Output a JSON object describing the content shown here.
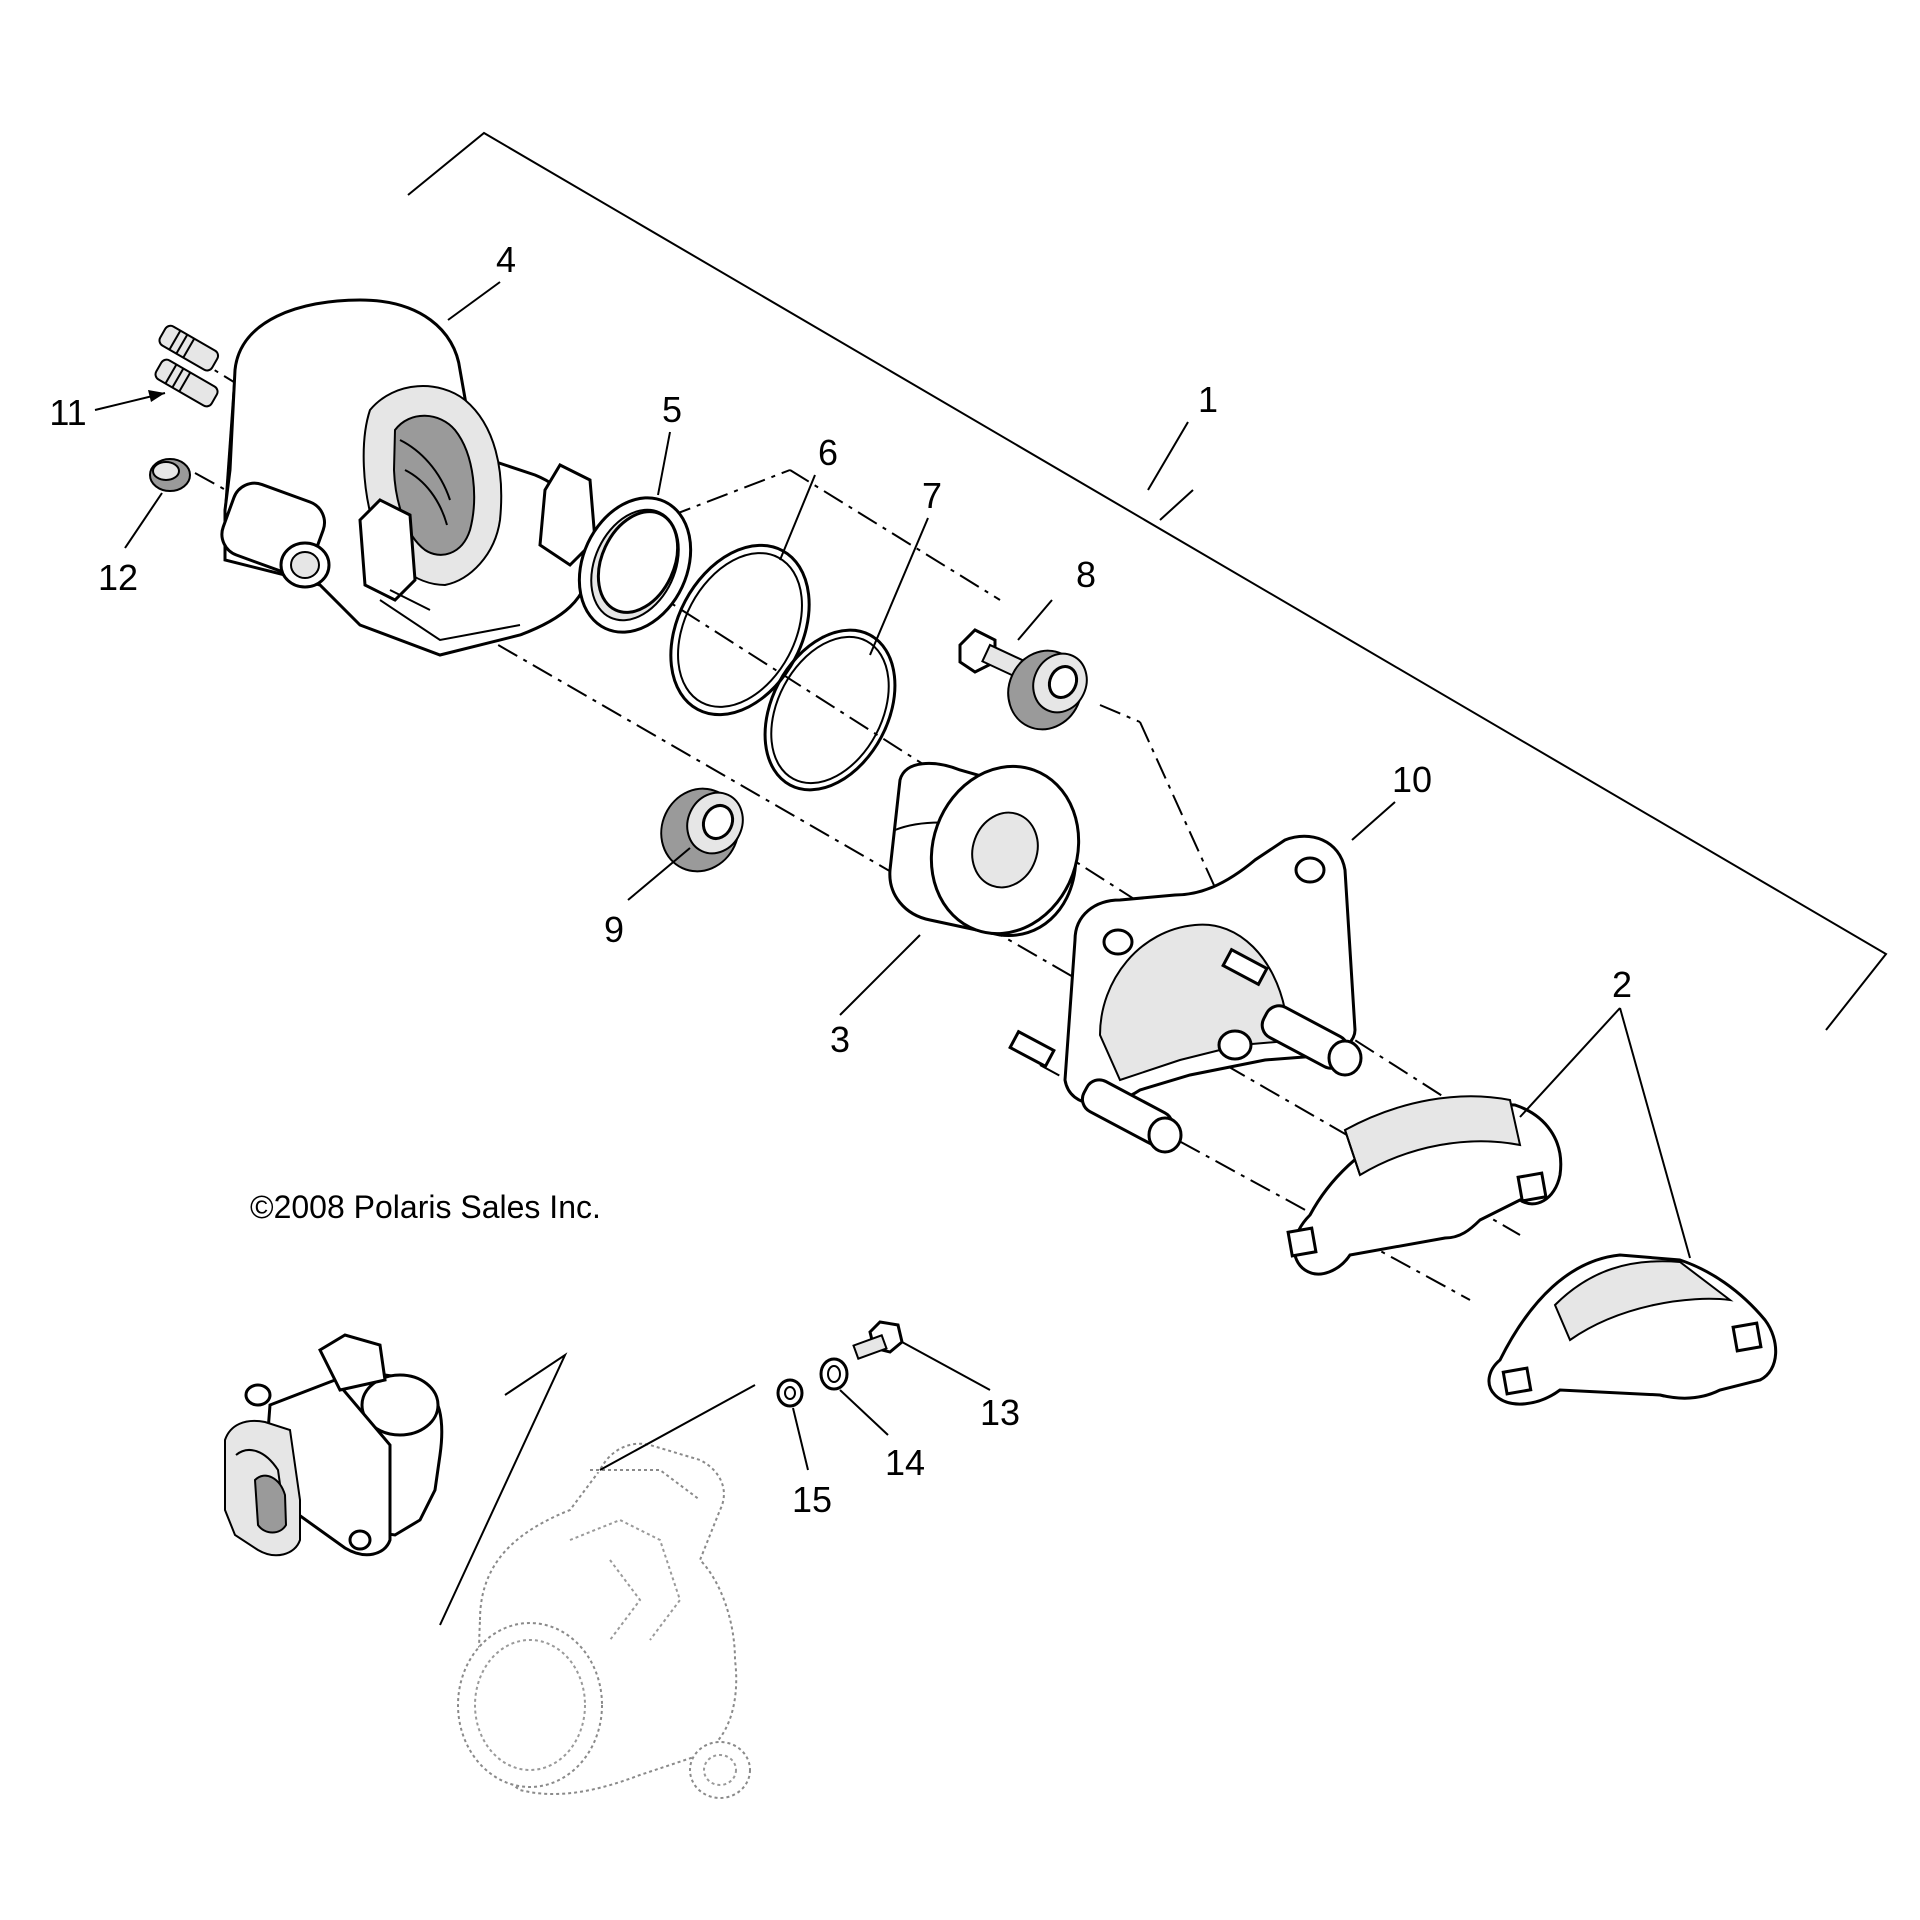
{
  "callouts": {
    "c1": "1",
    "c2": "2",
    "c3": "3",
    "c4": "4",
    "c5": "5",
    "c6": "6",
    "c7": "7",
    "c8": "8",
    "c9": "9",
    "c10": "10",
    "c11": "11",
    "c12": "12",
    "c13": "13",
    "c14": "14",
    "c15": "15"
  },
  "copyright": "©2008 Polaris Sales Inc."
}
